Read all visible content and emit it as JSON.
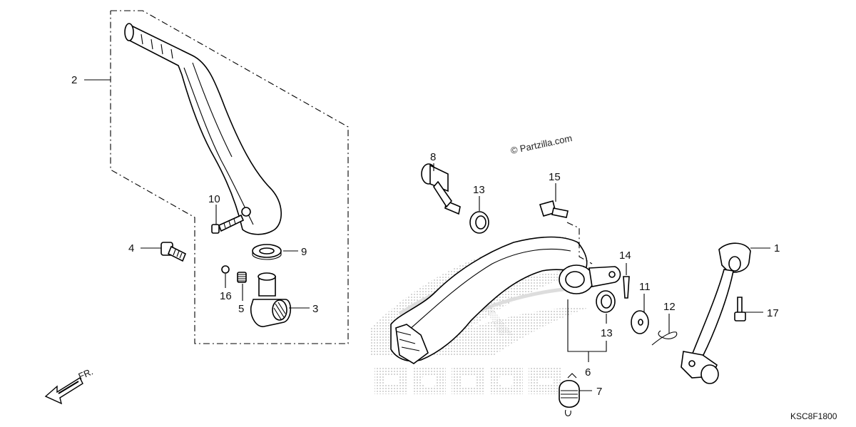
{
  "diagram": {
    "callouts": [
      {
        "id": "c1",
        "text": "1"
      },
      {
        "id": "c2",
        "text": "2"
      },
      {
        "id": "c3",
        "text": "3"
      },
      {
        "id": "c4",
        "text": "4"
      },
      {
        "id": "c5",
        "text": "5"
      },
      {
        "id": "c6",
        "text": "6"
      },
      {
        "id": "c7",
        "text": "7"
      },
      {
        "id": "c8",
        "text": "8"
      },
      {
        "id": "c9",
        "text": "9"
      },
      {
        "id": "c10",
        "text": "10"
      },
      {
        "id": "c11",
        "text": "11"
      },
      {
        "id": "c12",
        "text": "12"
      },
      {
        "id": "c13a",
        "text": "13"
      },
      {
        "id": "c13b",
        "text": "13"
      },
      {
        "id": "c14",
        "text": "14"
      },
      {
        "id": "c15",
        "text": "15"
      },
      {
        "id": "c16",
        "text": "16"
      },
      {
        "id": "c17",
        "text": "17"
      }
    ],
    "front_arrow_label": "FR.",
    "copyright": "© Partzilla.com",
    "diagram_code": "KSC8F1800",
    "watermark_text": "HONDA"
  }
}
